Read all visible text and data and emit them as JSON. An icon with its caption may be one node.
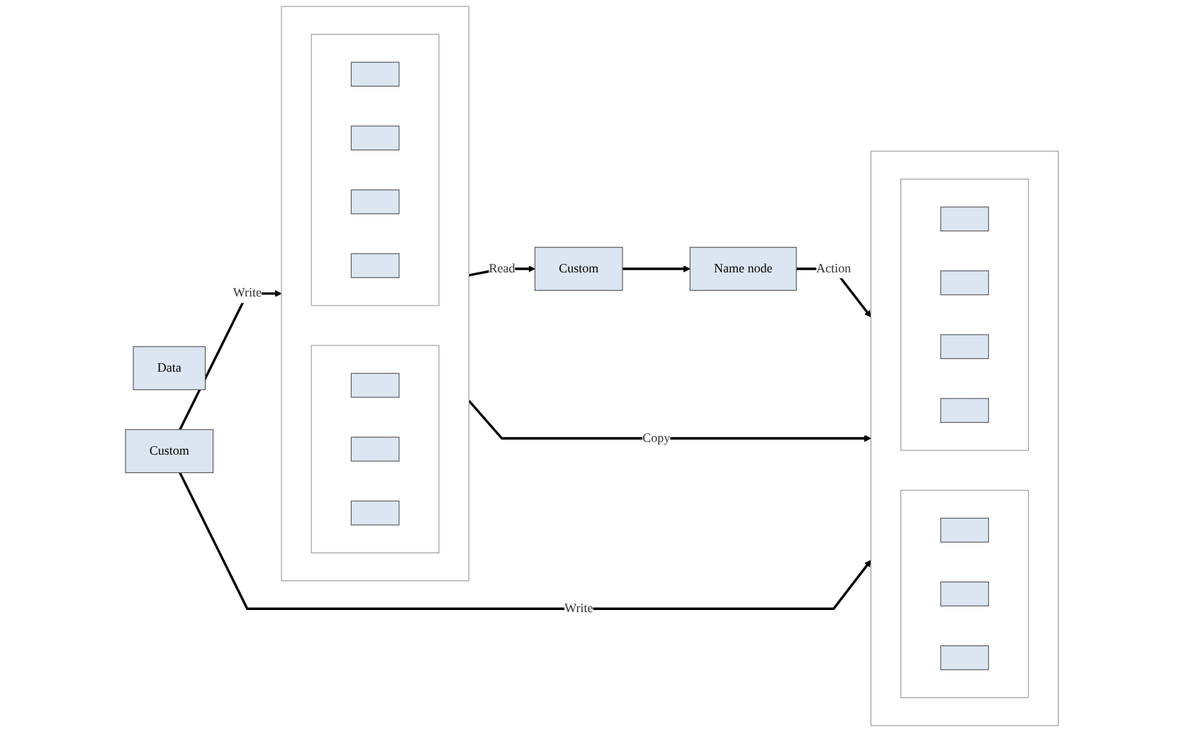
{
  "diagram": {
    "nodes": [
      {
        "text": [
          "Data"
        ]
      },
      {
        "text": [
          "Custom"
        ]
      },
      {
        "text": [
          "Name node"
        ]
      },
      {
        "text": [],
        "shape": "box"
      },
      {
        "text": [],
        "shape": "box",
        "in": 3
      },
      {
        "text": [],
        "shape": "box",
        "in": 4
      },
      {
        "text": [],
        "shape": "box",
        "in": 4
      },
      {
        "text": [],
        "shape": "box",
        "in": 4
      },
      {
        "text": [],
        "shape": "box",
        "in": 3
      },
      {
        "text": [],
        "shape": "box",
        "in": 8
      },
      {
        "text": [],
        "shape": "box",
        "in": 8
      },
      {
        "text": [],
        "shape": "box",
        "in": 8
      },
      {
        "text": [],
        "shape": "box",
        "in": 8
      },
      {
        "text": [],
        "shape": "box"
      },
      {
        "text": [],
        "shape": "box",
        "in": 13
      },
      {
        "text": [],
        "shape": "box",
        "in": 14
      },
      {
        "text": [],
        "shape": "box",
        "in": 14
      },
      {
        "text": [],
        "shape": "box",
        "in": 14
      },
      {
        "text": [],
        "shape": "box",
        "in": 13
      },
      {
        "text": [],
        "shape": "box",
        "in": 18
      },
      {
        "text": [],
        "shape": "box",
        "in": 18
      },
      {
        "text": [],
        "shape": "box",
        "in": 18
      },
      {
        "text": [],
        "shape": "box",
        "in": 18
      },
      {
        "text": [
          "Custom"
        ]
      }
    ],
    "edges": [
      {
        "from": 3,
        "to": 1,
        "arrow": "to",
        "label": "Read"
      },
      {
        "from": 1,
        "to": 2,
        "arrow": "to"
      },
      {
        "from": 2,
        "to": 13,
        "arrow": "to",
        "label": "Action"
      },
      {
        "from": 3,
        "to": 13,
        "arrow": "to",
        "label": "Copy"
      },
      {
        "from": 23,
        "to": 3,
        "arrow": "to",
        "label": "Write"
      },
      {
        "from": 23,
        "to": 13,
        "arrow": "to",
        "label": "Write"
      }
    ]
  }
}
